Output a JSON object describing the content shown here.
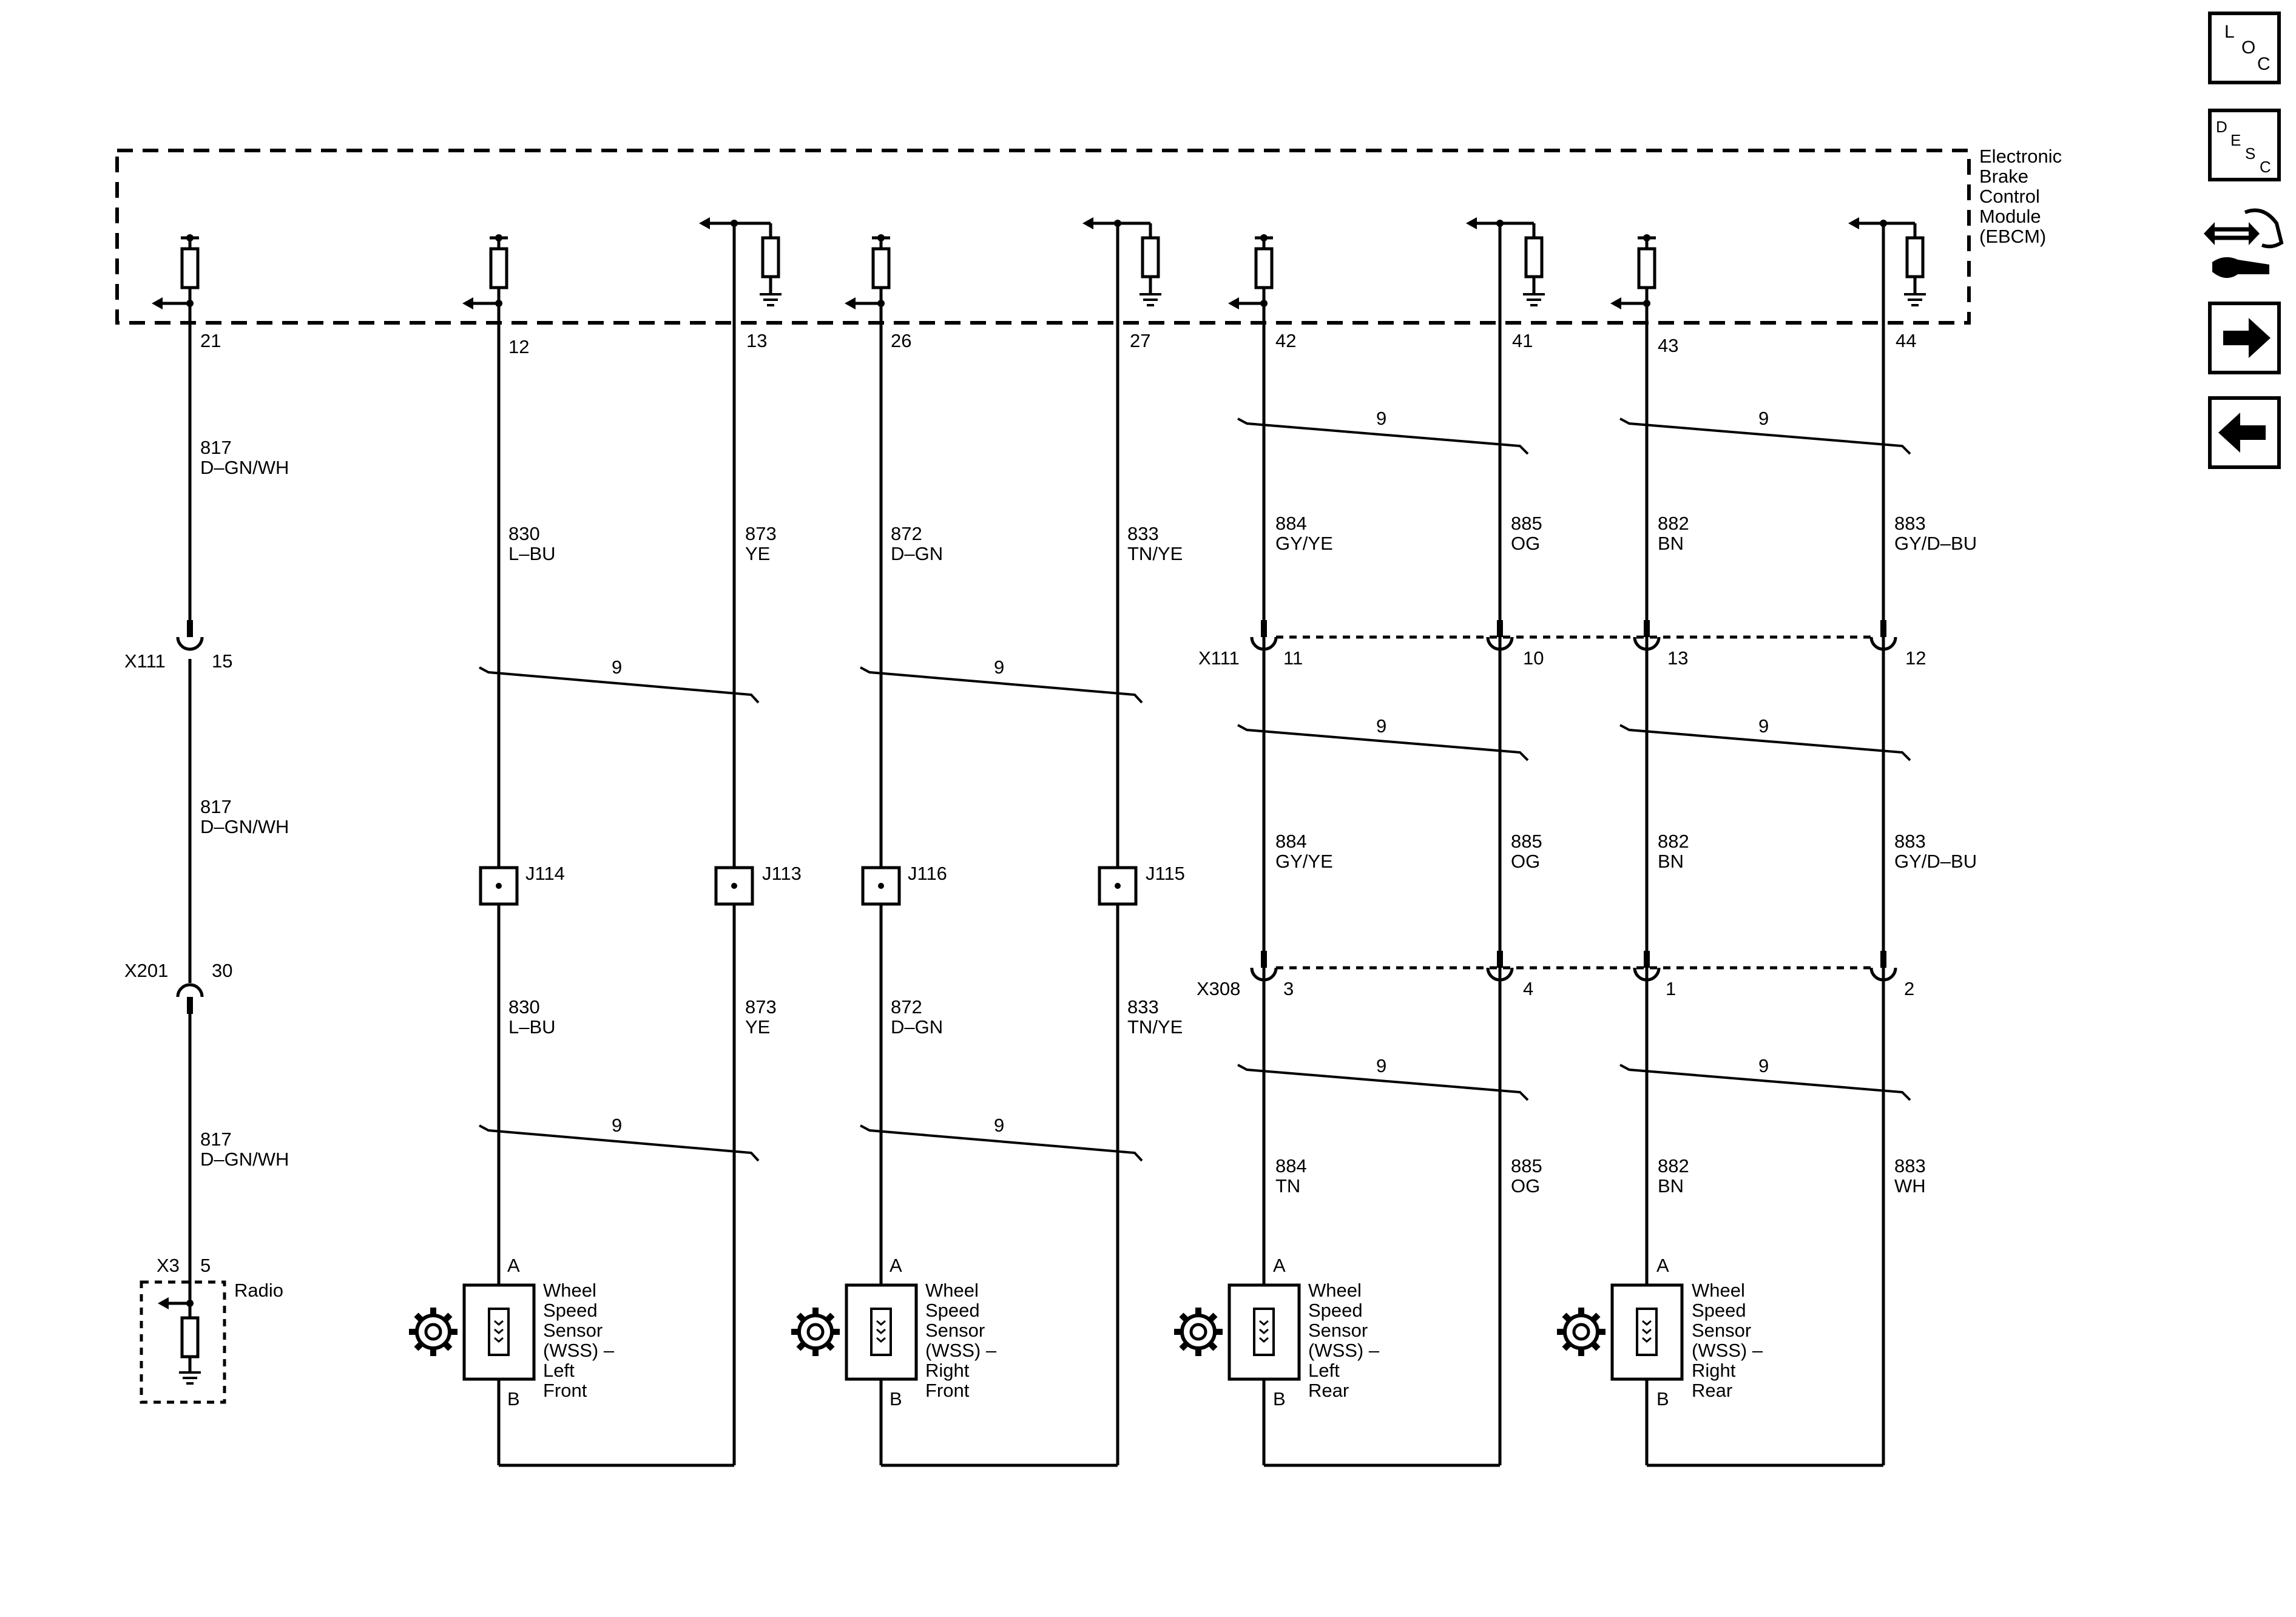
{
  "module": {
    "label_lines": [
      "Electronic",
      "Brake",
      "Control",
      "Module",
      "(EBCM)"
    ]
  },
  "nav": {
    "loc": [
      "L",
      "O",
      "C"
    ],
    "desc": [
      "D",
      "E",
      "S",
      "C"
    ]
  },
  "pins": {
    "p21": "21",
    "p12": "12",
    "p13": "13",
    "p26": "26",
    "p27": "27",
    "p42": "42",
    "p41": "41",
    "p43": "43",
    "p44": "44"
  },
  "wires": {
    "w817a": {
      "circuit": "817",
      "color": "D–GN/WH"
    },
    "w817b": {
      "circuit": "817",
      "color": "D–GN/WH"
    },
    "w817c": {
      "circuit": "817",
      "color": "D–GN/WH"
    },
    "w830a": {
      "circuit": "830",
      "color": "L–BU"
    },
    "w830b": {
      "circuit": "830",
      "color": "L–BU"
    },
    "w873a": {
      "circuit": "873",
      "color": "YE"
    },
    "w873b": {
      "circuit": "873",
      "color": "YE"
    },
    "w872a": {
      "circuit": "872",
      "color": "D–GN"
    },
    "w872b": {
      "circuit": "872",
      "color": "D–GN"
    },
    "w833a": {
      "circuit": "833",
      "color": "TN/YE"
    },
    "w833b": {
      "circuit": "833",
      "color": "TN/YE"
    },
    "w884a": {
      "circuit": "884",
      "color": "GY/YE"
    },
    "w884b": {
      "circuit": "884",
      "color": "GY/YE"
    },
    "w884c": {
      "circuit": "884",
      "color": "TN"
    },
    "w885a": {
      "circuit": "885",
      "color": "OG"
    },
    "w885b": {
      "circuit": "885",
      "color": "OG"
    },
    "w885c": {
      "circuit": "885",
      "color": "OG"
    },
    "w882a": {
      "circuit": "882",
      "color": "BN"
    },
    "w882b": {
      "circuit": "882",
      "color": "BN"
    },
    "w882c": {
      "circuit": "882",
      "color": "BN"
    },
    "w883a": {
      "circuit": "883",
      "color": "GY/D–BU"
    },
    "w883b": {
      "circuit": "883",
      "color": "GY/D–BU"
    },
    "w883c": {
      "circuit": "883",
      "color": "WH"
    }
  },
  "twist_label": "9",
  "connectors": {
    "x111_name": "X111",
    "x111_left_pin": "15",
    "x201_name": "X201",
    "x201_pin": "30",
    "x111_right_name": "X111",
    "x111_p11": "11",
    "x111_p10": "10",
    "x111_p13": "13",
    "x111_p12": "12",
    "x308_name": "X308",
    "x308_p3": "3",
    "x308_p4": "4",
    "x308_p1": "1",
    "x308_p2": "2",
    "x3_name": "X3",
    "x3_pin": "5"
  },
  "splices": {
    "j114": "J114",
    "j113": "J113",
    "j116": "J116",
    "j115": "J115"
  },
  "radio": {
    "label": "Radio"
  },
  "sensors": {
    "lf": {
      "pin_a": "A",
      "pin_b": "B",
      "lines": [
        "Wheel",
        "Speed",
        "Sensor",
        "(WSS) –",
        "Left",
        "Front"
      ]
    },
    "rf": {
      "pin_a": "A",
      "pin_b": "B",
      "lines": [
        "Wheel",
        "Speed",
        "Sensor",
        "(WSS) –",
        "Right",
        "Front"
      ]
    },
    "lr": {
      "pin_a": "A",
      "pin_b": "B",
      "lines": [
        "Wheel",
        "Speed",
        "Sensor",
        "(WSS) –",
        "Left",
        "Rear"
      ]
    },
    "rr": {
      "pin_a": "A",
      "pin_b": "B",
      "lines": [
        "Wheel",
        "Speed",
        "Sensor",
        "(WSS) –",
        "Right",
        "Rear"
      ]
    }
  }
}
